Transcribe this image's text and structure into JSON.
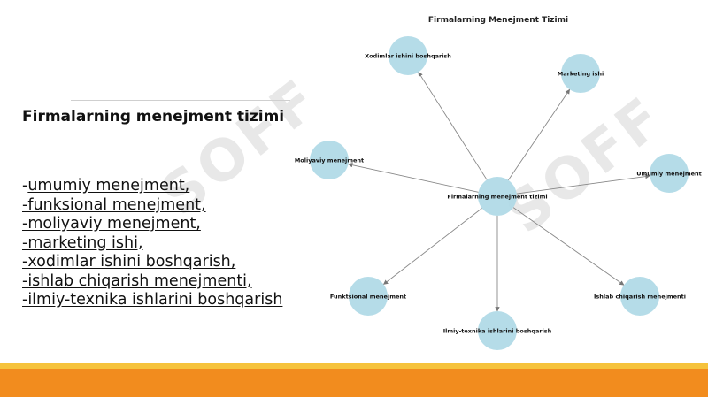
{
  "slide": {
    "heading": "Firmalarning menejment tizimi",
    "list": [
      {
        "prefix": "-",
        "text": "umumiy menejment,"
      },
      {
        "prefix": "",
        "text": "-funksional menejment, "
      },
      {
        "prefix": "",
        "text": "-moliyaviy menejment, "
      },
      {
        "prefix": "",
        "text": "-marketing ishi,"
      },
      {
        "prefix": "",
        "text": "-xodimlar ishini boshqarish, "
      },
      {
        "prefix": "",
        "text": "-ishlab chiqarish menejmenti,"
      },
      {
        "prefix": "",
        "text": "-ilmiy-texnika ishlarini boshqarish"
      }
    ]
  },
  "watermark": {
    "text": "SOFF",
    "color": "#969696"
  },
  "diagram": {
    "title": "Firmalarning Menejment Tizimi",
    "center": "Firmalarning menejment tizimi",
    "nodes": [
      "Xodimlar ishini boshqarish",
      "Marketing ishi",
      "Moliyaviy menejment",
      "Umumiy menejment",
      "Funktsional menejment",
      "Ishlab chiqarish menejmenti",
      "Ilmiy-texnika ishlarini boshqarish"
    ],
    "node_color": "#add8e6",
    "edge_color": "#888888"
  },
  "colors": {
    "footer_top": "#f6c33c",
    "footer_main": "#f28c1e"
  }
}
